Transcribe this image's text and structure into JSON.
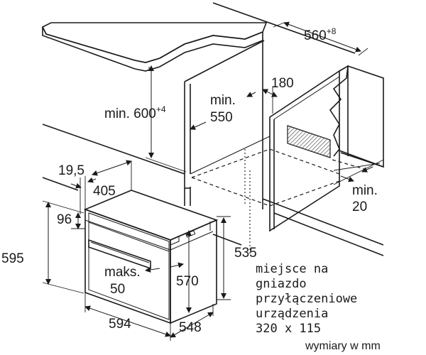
{
  "dimensions": {
    "min_600": {
      "label": "min. 600",
      "sup": "+4"
    },
    "min_550": {
      "line1": "min.",
      "line2": "550"
    },
    "d_560": {
      "label": "560",
      "sup": "+8"
    },
    "d_180": "180",
    "min_20": {
      "line1": "min.",
      "line2": "20"
    },
    "d_19_5": "19,5",
    "d_405": "405",
    "d_96": "96",
    "d_595": "595",
    "d_535": "535",
    "maks_50": {
      "line1": "maks.",
      "line2": "50"
    },
    "d_570": "570",
    "d_594": "594",
    "d_548": "548"
  },
  "note": {
    "lines": [
      "miejsce na",
      "gniazdo",
      "przyłączeniowe",
      "urządzenia",
      "320 x 115"
    ]
  },
  "units": "wymiary w mm",
  "colors": {
    "ink": "#1a1a1a",
    "counter_fill": "#d6d6d6",
    "wall_fill": "#e6e6e6",
    "hatch": "#555555"
  }
}
